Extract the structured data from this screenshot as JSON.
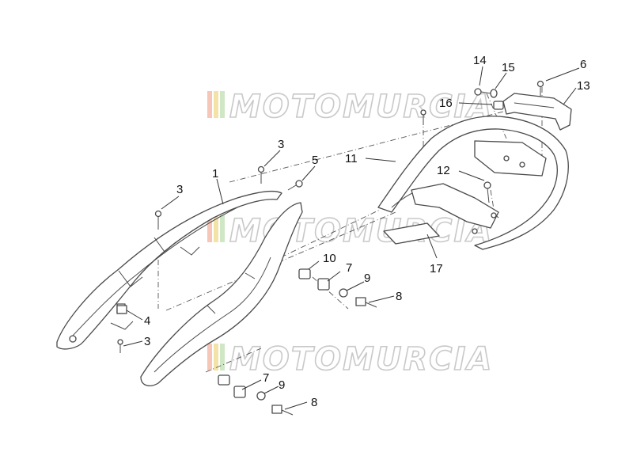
{
  "watermark": {
    "text": "MOTOMURCIA"
  },
  "callouts": [
    {
      "id": "c14",
      "label": "14"
    },
    {
      "id": "c15",
      "label": "15"
    },
    {
      "id": "c6",
      "label": "6"
    },
    {
      "id": "c13",
      "label": "13"
    },
    {
      "id": "c16",
      "label": "16"
    },
    {
      "id": "c11",
      "label": "11"
    },
    {
      "id": "c12",
      "label": "12"
    },
    {
      "id": "c17",
      "label": "17"
    },
    {
      "id": "c3a",
      "label": "3"
    },
    {
      "id": "c5",
      "label": "5"
    },
    {
      "id": "c1",
      "label": "1"
    },
    {
      "id": "c3b",
      "label": "3"
    },
    {
      "id": "c10",
      "label": "10"
    },
    {
      "id": "c7a",
      "label": "7"
    },
    {
      "id": "c9a",
      "label": "9"
    },
    {
      "id": "c8a",
      "label": "8"
    },
    {
      "id": "c4",
      "label": "4"
    },
    {
      "id": "c3c",
      "label": "3"
    },
    {
      "id": "c7b",
      "label": "7"
    },
    {
      "id": "c9b",
      "label": "9"
    },
    {
      "id": "c8b",
      "label": "8"
    }
  ]
}
